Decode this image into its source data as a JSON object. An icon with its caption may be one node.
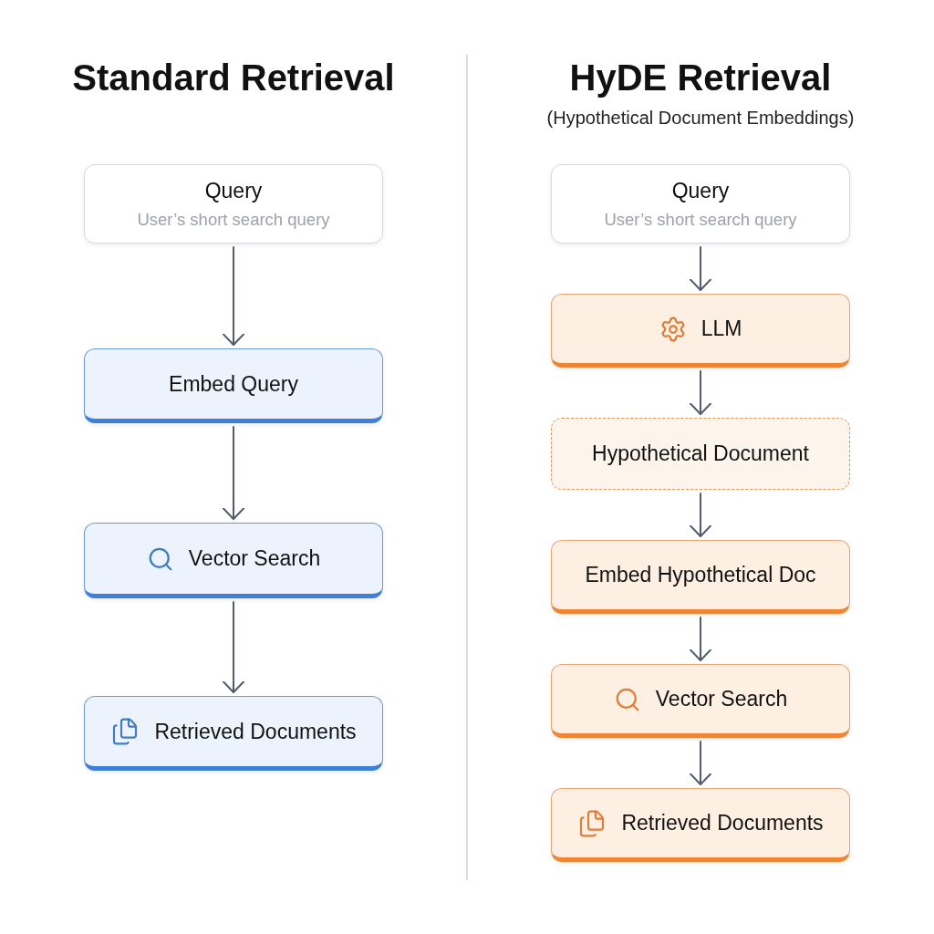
{
  "diagram": {
    "nodes": [
      {
        "text": [
          "Query",
          "User’s short search query"
        ]
      },
      {
        "text": [
          "Embed Query"
        ]
      },
      {
        "text": [
          "Vector Search"
        ]
      },
      {
        "text": [
          "Retrieved Documents"
        ]
      },
      {
        "text": [
          "Query",
          "User’s short search query"
        ]
      },
      {
        "text": [
          "LLM"
        ]
      },
      {
        "text": [
          "Hypothetical Document"
        ]
      },
      {
        "text": [
          "Embed Hypothetical Doc"
        ]
      },
      {
        "text": [
          "Vector Search"
        ]
      },
      {
        "text": [
          "Retrieved Documents"
        ]
      }
    ],
    "edges": [
      {
        "from": 0,
        "to": 1,
        "arrow": "to"
      },
      {
        "from": 1,
        "to": 2,
        "arrow": "to"
      },
      {
        "from": 2,
        "to": 3,
        "arrow": "to"
      },
      {
        "from": 4,
        "to": 5,
        "arrow": "to"
      },
      {
        "from": 5,
        "to": 6,
        "arrow": "to"
      },
      {
        "from": 6,
        "to": 7,
        "arrow": "to"
      },
      {
        "from": 7,
        "to": 8,
        "arrow": "to"
      },
      {
        "from": 8,
        "to": 9,
        "arrow": "to"
      }
    ],
    "labels": [
      "Standard Retrieval",
      "HyDE Retrieval",
      "(Hypothetical Document Embeddings)"
    ]
  }
}
